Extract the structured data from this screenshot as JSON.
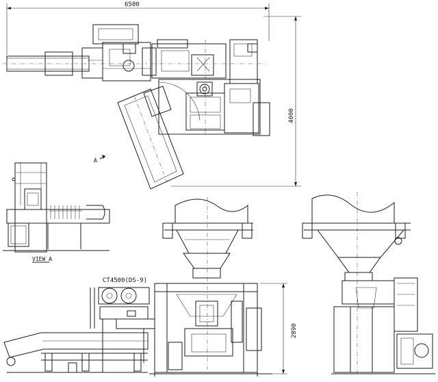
{
  "dimensions": {
    "plan_width": "6500",
    "plan_height": "4000",
    "elevation_height": "2890"
  },
  "labels": {
    "view_marker": "A",
    "view_caption": "VIEW A",
    "model": "CT4500(DS-9)"
  },
  "colors": {
    "line": "#1a1a1a",
    "background": "#ffffff"
  }
}
